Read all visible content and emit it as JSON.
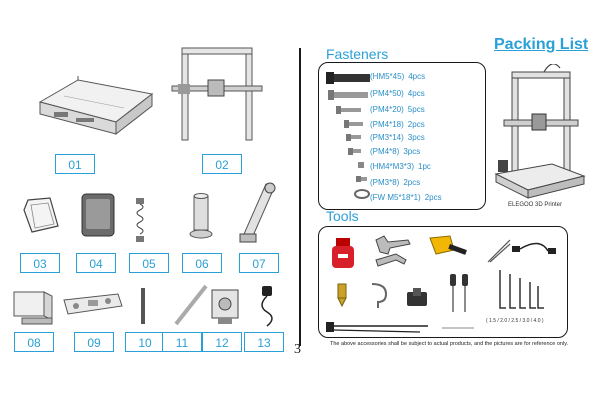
{
  "page_number": "3",
  "packing_list_title": "Packing List",
  "fasteners": {
    "title": "Fasteners",
    "items": [
      {
        "spec": "(HM5*45)",
        "qty": "4pcs"
      },
      {
        "spec": "(PM4*50)",
        "qty": "4pcs"
      },
      {
        "spec": "(PM4*20)",
        "qty": "5pcs"
      },
      {
        "spec": "(PM4*18)",
        "qty": "2pcs"
      },
      {
        "spec": "(PM3*14)",
        "qty": "3pcs"
      },
      {
        "spec": "(PM4*8)",
        "qty": "3pcs"
      },
      {
        "spec": "(HM4*M3*3)",
        "qty": "1pc"
      },
      {
        "spec": "(PM3*8)",
        "qty": "2pcs"
      },
      {
        "spec": "(FW M5*18*1)",
        "qty": "2pcs"
      }
    ]
  },
  "printer_caption": "ELEGOO 3D Printer",
  "tools": {
    "title": "Tools",
    "allen_sizes": "( 1.5 / 2.0 / 2.5 / 3.0 / 4.0 )",
    "disclaimer": "The above accessories shall be subject to actual products, and the pictures are for reference only."
  },
  "parts": [
    "01",
    "02",
    "03",
    "04",
    "05",
    "06",
    "07",
    "08",
    "09",
    "10",
    "11",
    "12",
    "13"
  ],
  "colors": {
    "accent": "#2aa0d8",
    "tool_red": "#d8202a",
    "tool_yellow": "#f2b705"
  }
}
